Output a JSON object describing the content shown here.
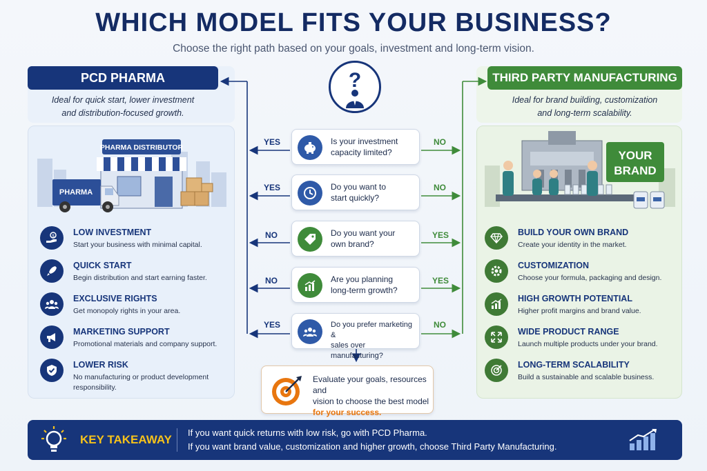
{
  "header": {
    "title": "WHICH MODEL FITS YOUR BUSINESS?",
    "subtitle": "Choose the right path based on your goals, investment and long-term vision."
  },
  "left": {
    "heading": "PCD PHARMA",
    "ideal_line1": "Ideal for quick start, lower investment",
    "ideal_line2": "and distribution-focused growth.",
    "store_sign": "PHARMA DISTRIBUTOR",
    "truck_label": "PHARMA",
    "accent": "#17357a",
    "features": [
      {
        "title": "LOW INVESTMENT",
        "desc": "Start your business with minimal capital.",
        "icon": "money-hand-icon"
      },
      {
        "title": "QUICK START",
        "desc": "Begin distribution and start earning faster.",
        "icon": "rocket-icon"
      },
      {
        "title": "EXCLUSIVE RIGHTS",
        "desc": "Get monopoly rights in your area.",
        "icon": "group-icon"
      },
      {
        "title": "MARKETING SUPPORT",
        "desc": "Promotional materials and company support.",
        "icon": "megaphone-icon"
      },
      {
        "title": "LOWER RISK",
        "desc_line1": "No manufacturing or product development",
        "desc_line2": "responsibility.",
        "icon": "shield-check-icon"
      }
    ]
  },
  "right": {
    "heading": "THIRD PARTY MANUFACTURING",
    "ideal_line1": "Ideal for brand building, customization",
    "ideal_line2": "and long-term scalability.",
    "brand_sign_line1": "YOUR",
    "brand_sign_line2": "BRAND",
    "accent": "#3f8b3a",
    "features": [
      {
        "title": "BUILD YOUR OWN BRAND",
        "desc": "Create your identity in the market.",
        "icon": "diamond-icon"
      },
      {
        "title": "CUSTOMIZATION",
        "desc": "Choose your formula, packaging and design.",
        "icon": "gear-icon"
      },
      {
        "title": "HIGH GROWTH POTENTIAL",
        "desc": "Higher profit margins and brand value.",
        "icon": "growth-chart-icon"
      },
      {
        "title": "WIDE PRODUCT RANGE",
        "desc": "Launch multiple products under your brand.",
        "icon": "expand-icon"
      },
      {
        "title": "LONG-TERM SCALABILITY",
        "desc": "Build a sustainable and scalable business.",
        "icon": "target-icon"
      }
    ]
  },
  "questions": [
    {
      "line1": "Is your investment",
      "line2": "capacity limited?",
      "left": "YES",
      "right": "NO",
      "icon": "piggy-bank-icon"
    },
    {
      "line1": "Do you want to",
      "line2": "start quickly?",
      "left": "YES",
      "right": "NO",
      "icon": "clock-icon"
    },
    {
      "line1": "Do you want your",
      "line2": "own brand?",
      "left": "NO",
      "right": "YES",
      "icon": "tag-icon"
    },
    {
      "line1": "Are you planning",
      "line2": "long-term growth?",
      "left": "NO",
      "right": "YES",
      "icon": "growth-chart-icon"
    },
    {
      "line1": "Do you prefer marketing &",
      "line2": "sales over manufacturing?",
      "left": "YES",
      "right": "NO",
      "icon": "people-icon"
    }
  ],
  "evaluate": {
    "line1": "Evaluate your goals, resources and",
    "line2": "vision to choose the best model",
    "highlight": "for your success.",
    "icon": "target-arrow-icon"
  },
  "footer": {
    "label": "KEY TAKEAWAY",
    "line1": "If you want quick returns with low risk, go with PCD Pharma.",
    "line2": "If you want brand value, customization and higher growth, choose Third Party Manufacturing.",
    "icon_left": "lightbulb-icon",
    "icon_right": "bar-growth-icon"
  }
}
